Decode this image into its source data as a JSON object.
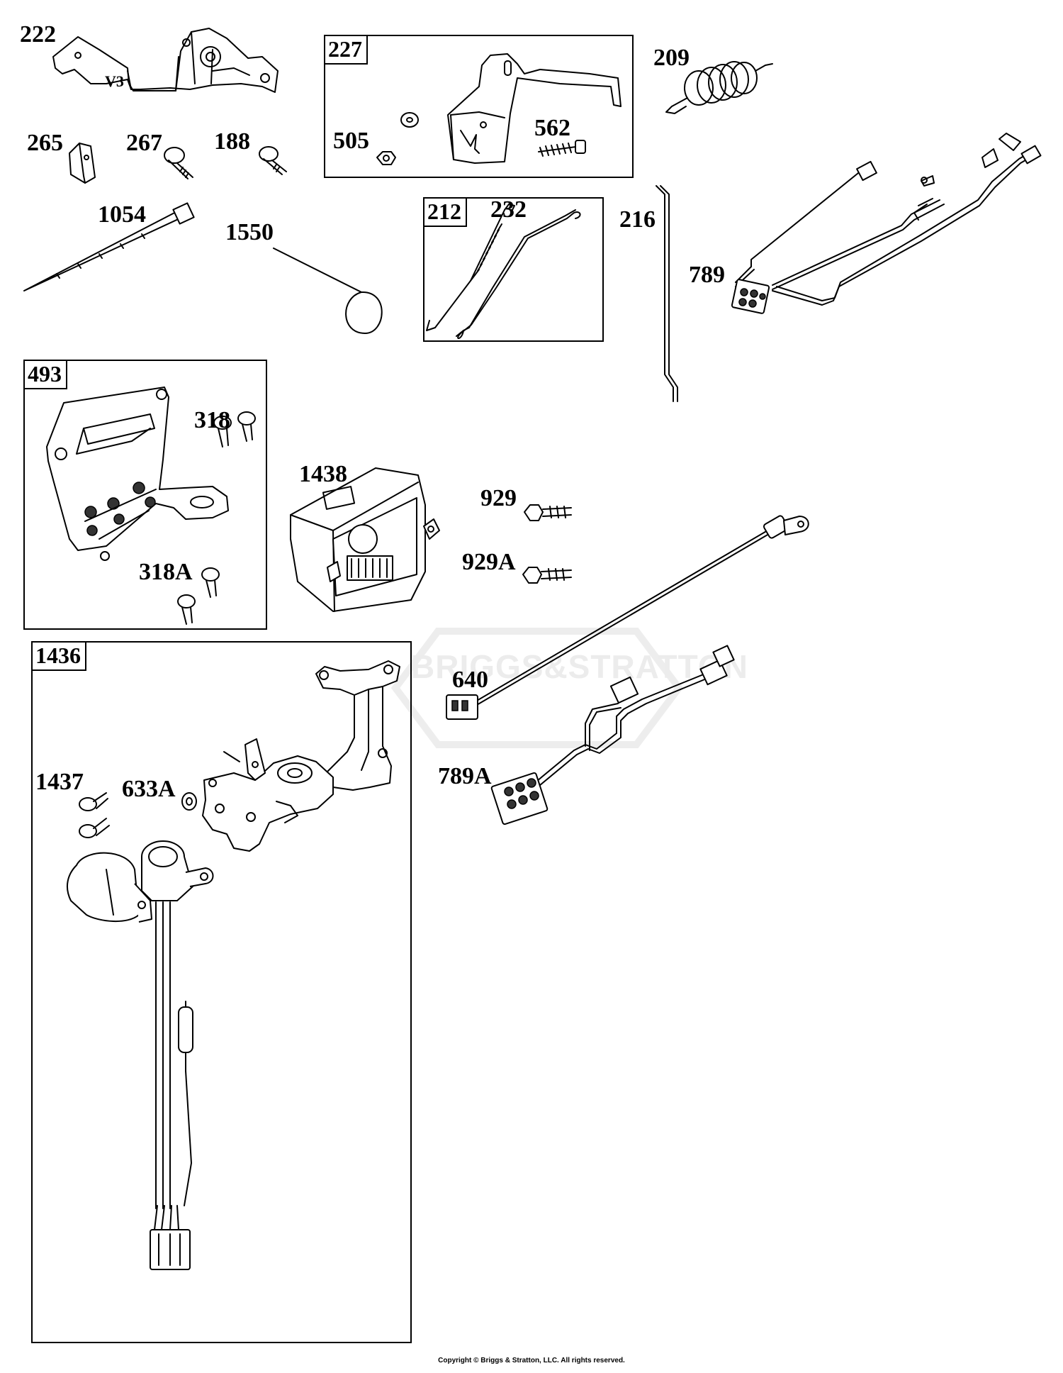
{
  "diagram": {
    "watermark": "BRIGGS&STRATTON",
    "copyright": "Copyright © Briggs & Stratton, LLC. All rights reserved.",
    "v3_mark": "V3",
    "groups": [
      {
        "id": "227",
        "label": "227"
      },
      {
        "id": "212",
        "label": "212"
      },
      {
        "id": "493",
        "label": "493"
      },
      {
        "id": "1436",
        "label": "1436"
      }
    ],
    "parts": [
      {
        "id": "222",
        "label": "222"
      },
      {
        "id": "265",
        "label": "265"
      },
      {
        "id": "267",
        "label": "267"
      },
      {
        "id": "188",
        "label": "188"
      },
      {
        "id": "505",
        "label": "505"
      },
      {
        "id": "562",
        "label": "562"
      },
      {
        "id": "209",
        "label": "209"
      },
      {
        "id": "1054",
        "label": "1054"
      },
      {
        "id": "1550",
        "label": "1550"
      },
      {
        "id": "232",
        "label": "232"
      },
      {
        "id": "216",
        "label": "216"
      },
      {
        "id": "789",
        "label": "789"
      },
      {
        "id": "318",
        "label": "318"
      },
      {
        "id": "318A",
        "label": "318A"
      },
      {
        "id": "1438",
        "label": "1438"
      },
      {
        "id": "929",
        "label": "929"
      },
      {
        "id": "929A",
        "label": "929A"
      },
      {
        "id": "640",
        "label": "640"
      },
      {
        "id": "789A",
        "label": "789A"
      },
      {
        "id": "1437",
        "label": "1437"
      },
      {
        "id": "633A",
        "label": "633A"
      }
    ]
  }
}
